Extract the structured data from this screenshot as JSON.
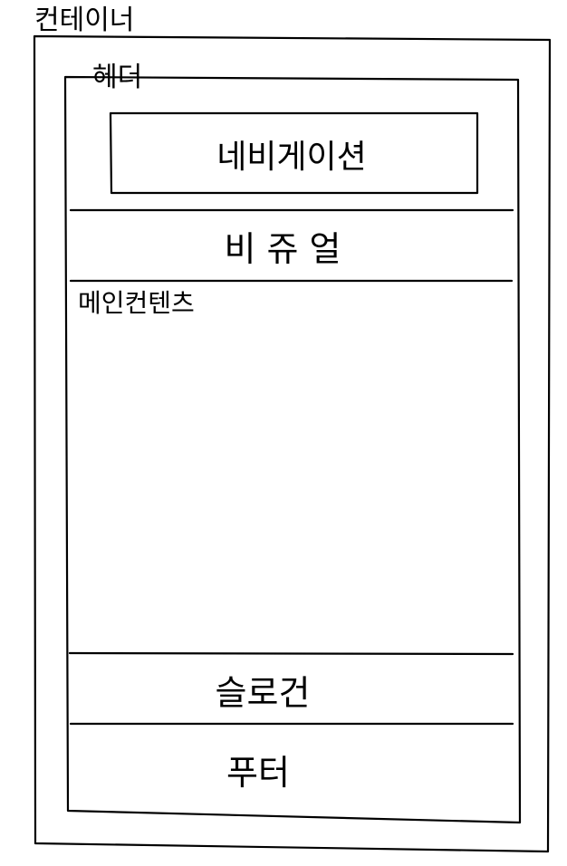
{
  "labels": {
    "container": "컨테이너",
    "header": "헤더",
    "navigation": "네비게이션",
    "visual": "비 쥬 얼",
    "main_content": "메인컨텐츠",
    "slogan": "슬로건",
    "footer": "푸터"
  },
  "colors": {
    "ink": "#000000",
    "paper": "#ffffff"
  }
}
